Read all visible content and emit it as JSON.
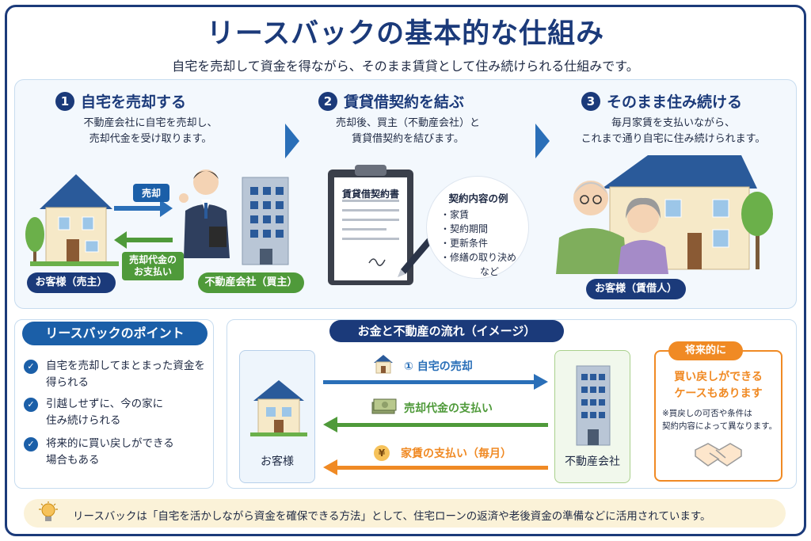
{
  "title": "リースバックの基本的な仕組み",
  "subtitle": "自宅を売却して資金を得ながら、そのまま賃貸として住み続けられる仕組みです。",
  "steps": [
    {
      "num": "1",
      "title": "自宅を売却する",
      "desc1": "不動産会社に自宅を売却し、",
      "desc2": "売却代金を受け取ります。"
    },
    {
      "num": "2",
      "title": "賃貸借契約を結ぶ",
      "desc1": "売却後、買主（不動産会社）と",
      "desc2": "賃貸借契約を結びます。"
    },
    {
      "num": "3",
      "title": "そのまま住み続ける",
      "desc1": "毎月家賃を支払いながら、",
      "desc2": "これまで通り自宅に住み続けられます。"
    }
  ],
  "step1": {
    "sale_tag": "売却",
    "payment_tag_1": "売却代金の",
    "payment_tag_2": "お支払い",
    "customer_label": "お客様（売主）",
    "company_label": "不動産会社（買主）"
  },
  "step2": {
    "document_title": "賃貸借契約書",
    "examples_title": "契約内容の例",
    "examples": [
      "・家賃",
      "・契約期間",
      "・更新条件",
      "・修繕の取り決め"
    ],
    "examples_tail": "など"
  },
  "step3": {
    "tenant_label": "お客様（賃借人）"
  },
  "points": {
    "title": "リースバックのポイント",
    "items": [
      {
        "line1": "自宅を売却してまとまった資金を",
        "line2": "得られる"
      },
      {
        "line1": "引越しせずに、今の家に",
        "line2": "住み続けられる"
      },
      {
        "line1": "将来的に買い戻しができる",
        "line2": "場合もある"
      }
    ]
  },
  "flow": {
    "title": "お金と不動産の流れ（イメージ）",
    "customer": "お客様",
    "company": "不動産会社",
    "arrow1": "① 自宅の売却",
    "arrow2": "売却代金の支払い",
    "arrow3": "家賃の支払い（毎月）",
    "yen": "¥"
  },
  "future": {
    "tag": "将来的に",
    "headline1": "買い戻しができる",
    "headline2": "ケースもあります",
    "note1": "※買戻しの可否や条件は",
    "note2": "契約内容によって異なります。"
  },
  "footer": "リースバックは「自宅を活かしながら資金を確保できる方法」として、住宅ローンの返済や老後資金の準備などに活用されています。",
  "colors": {
    "navy": "#1b3a7a",
    "blue": "#2a6fb8",
    "green": "#4f9a3a",
    "orange": "#f08a24"
  }
}
